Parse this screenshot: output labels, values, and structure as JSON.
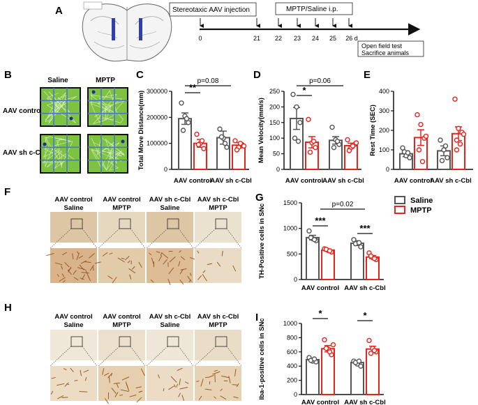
{
  "panels": {
    "A": "A",
    "B": "B",
    "C": "C",
    "D": "D",
    "E": "E",
    "F": "F",
    "G": "G",
    "H": "H",
    "I": "I"
  },
  "timeline": {
    "injection_label": "Stereotaxic AAV injection",
    "treatment_label": "MPTP/Saline   i.p.",
    "end_label_1": "Open field test",
    "end_label_2": "Sacrifice animals",
    "ticks": [
      "0",
      "21",
      "22",
      "23",
      "24",
      "25",
      "26 d"
    ]
  },
  "openfield": {
    "col_labels": [
      "Saline",
      "MPTP"
    ],
    "row_labels": [
      "AAV control",
      "AAV sh c-Cbl"
    ]
  },
  "colors": {
    "saline": "#555555",
    "mptp": "#e8221c",
    "track": "#7ec242",
    "grid": "#4a78c8"
  },
  "legend": {
    "saline": "Saline",
    "mptp": "MPTP"
  },
  "chart_data": [
    {
      "panel": "C",
      "type": "bar",
      "ylabel": "Total  Move Distance(mm)",
      "ylim": [
        0,
        300000
      ],
      "yticks": [
        "0",
        "100000",
        "200000",
        "300000"
      ],
      "categories": [
        "AAV control",
        "AAV sh c-Cbl"
      ],
      "series": [
        {
          "name": "Saline",
          "values": [
            195000,
            122000
          ],
          "errors": [
            22000,
            25000
          ],
          "points": [
            [
              255000,
              205000,
              180000,
              150000,
              195000
            ],
            [
              155000,
              120000,
              85000,
              125000,
              100000
            ]
          ]
        },
        {
          "name": "MPTP",
          "values": [
            100000,
            93000
          ],
          "errors": [
            15000,
            10000
          ],
          "points": [
            [
              135000,
              100000,
              80000,
              95000,
              110000
            ],
            [
              110000,
              85000,
              95000,
              75000,
              100000,
              90000
            ]
          ]
        }
      ],
      "annotations": [
        {
          "text": "p=0.08",
          "type": "bracket-wide"
        },
        {
          "text": "**",
          "type": "bracket-within-0"
        }
      ]
    },
    {
      "panel": "D",
      "type": "bar",
      "ylabel": "Mean Velocity(mm/s)",
      "ylim": [
        0,
        250
      ],
      "yticks": [
        "0",
        "50",
        "100",
        "150",
        "200",
        "250"
      ],
      "categories": [
        "AAV control",
        "AAV sh c-Cbl"
      ],
      "series": [
        {
          "name": "Saline",
          "values": [
            163,
            93
          ],
          "errors": [
            35,
            12
          ],
          "points": [
            [
              240,
              200,
              150,
              100,
              90
            ],
            [
              135,
              95,
              80,
              70,
              90
            ]
          ]
        },
        {
          "name": "MPTP",
          "values": [
            87,
            76
          ],
          "errors": [
            18,
            8
          ],
          "points": [
            [
              160,
              85,
              70,
              55,
              90
            ],
            [
              95,
              70,
              80,
              60,
              75,
              85
            ]
          ]
        }
      ],
      "annotations": [
        {
          "text": "p=0.06",
          "type": "bracket-wide"
        },
        {
          "text": "*",
          "type": "bracket-within-0"
        }
      ]
    },
    {
      "panel": "E",
      "type": "bar",
      "ylabel": "Rest Time (SEC)",
      "ylim": [
        0,
        400
      ],
      "yticks": [
        "0",
        "100",
        "200",
        "300",
        "400"
      ],
      "categories": [
        "AAV control",
        "AAV sh c-Cbl"
      ],
      "series": [
        {
          "name": "Saline",
          "values": [
            80,
            95
          ],
          "errors": [
            15,
            25
          ],
          "points": [
            [
              110,
              70,
              60,
              90,
              85
            ],
            [
              150,
              100,
              60,
              45,
              120
            ]
          ]
        },
        {
          "name": "MPTP",
          "values": [
            163,
            183
          ],
          "errors": [
            40,
            35
          ],
          "points": [
            [
              280,
              230,
              160,
              100,
              40,
              170
            ],
            [
              360,
              210,
              190,
              150,
              130,
              180,
              100
            ]
          ]
        }
      ],
      "annotations": []
    },
    {
      "panel": "G",
      "type": "bar",
      "ylabel": "TH-Positive cells in SNc",
      "ylim": [
        0,
        1500
      ],
      "yticks": [
        "0",
        "500",
        "1000",
        "1500"
      ],
      "categories": [
        "AAV control",
        "AAV sh c-Cbl"
      ],
      "series": [
        {
          "name": "Saline",
          "values": [
            820,
            710
          ],
          "errors": [
            45,
            45
          ],
          "points": [
            [
              950,
              800,
              760,
              820,
              780
            ],
            [
              780,
              720,
              640,
              700,
              720
            ]
          ]
        },
        {
          "name": "MPTP",
          "values": [
            575,
            440
          ],
          "errors": [
            20,
            30
          ],
          "points": [
            [
              600,
              570,
              540,
              590,
              560
            ],
            [
              520,
              430,
              390,
              460,
              410
            ]
          ]
        }
      ],
      "annotations": [
        {
          "text": "p=0.02",
          "type": "bracket-wide"
        },
        {
          "text": "***",
          "type": "bracket-within-0"
        },
        {
          "text": "***",
          "type": "bracket-within-1"
        }
      ]
    },
    {
      "panel": "I",
      "type": "bar",
      "ylabel": "Iba-1-positive cells in SNc",
      "ylim": [
        0,
        1000
      ],
      "yticks": [
        "0",
        "200",
        "400",
        "600",
        "800",
        "1000"
      ],
      "categories": [
        "AAV control",
        "AAV sh c-Cbl"
      ],
      "series": [
        {
          "name": "Saline",
          "values": [
            490,
            450
          ],
          "errors": [
            20,
            25
          ],
          "points": [
            [
              520,
              470,
              460,
              480,
              500
            ],
            [
              470,
              430,
              400,
              450,
              470
            ]
          ]
        },
        {
          "name": "MPTP",
          "values": [
            645,
            640
          ],
          "errors": [
            45,
            40
          ],
          "points": [
            [
              770,
              640,
              560,
              650,
              600,
              700
            ],
            [
              760,
              650,
              600,
              580,
              620
            ]
          ]
        }
      ],
      "annotations": [
        {
          "text": "*",
          "type": "bracket-within-0"
        },
        {
          "text": "*",
          "type": "bracket-within-1"
        }
      ]
    }
  ],
  "micrographs": {
    "F": [
      "AAV control\nSaline",
      "AAV control\nMPTP",
      "AAV sh c-Cbl\nSaline",
      "AAV sh c-Cbl\nMPTP"
    ],
    "H": [
      "AAV control\nSaline",
      "AAV control\nMPTP",
      "AAV sh c-Cbl\nSaline",
      "AAV sh c-Cbl\nMPTP"
    ]
  }
}
